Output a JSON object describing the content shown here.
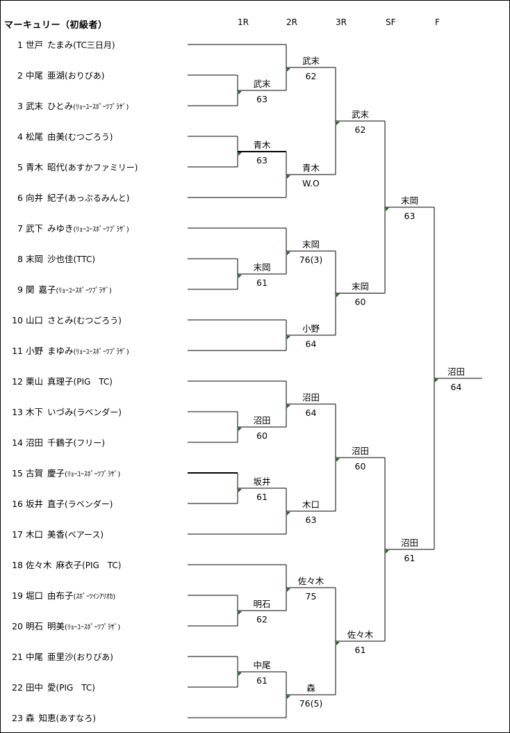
{
  "title": "マーキュリー（初級者）",
  "rounds": [
    "1R",
    "2R",
    "3R",
    "SF",
    "F"
  ],
  "players": [
    {
      "num": "1",
      "name": "世戸",
      "given": "たまみ",
      "club": "(TC三日月)"
    },
    {
      "num": "2",
      "name": "中尾",
      "given": "亜湖",
      "club": "(おりびあ)"
    },
    {
      "num": "3",
      "name": "武末",
      "given": "ひとみ",
      "club": "(ﾘｮｰﾕｰｽﾎﾟｰﾂﾌﾟﾗｻﾞ)"
    },
    {
      "num": "4",
      "name": "松尾",
      "given": "由美",
      "club": "(むつごろう)"
    },
    {
      "num": "5",
      "name": "青木",
      "given": "昭代",
      "club": "(あすかファミリー)"
    },
    {
      "num": "6",
      "name": "向井",
      "given": "紀子",
      "club": "(あっぷるみんと)"
    },
    {
      "num": "7",
      "name": "武下",
      "given": "みゆき",
      "club": "(ﾘｮｰﾕｰｽﾎﾟｰﾂﾌﾟﾗｻﾞ)"
    },
    {
      "num": "8",
      "name": "末岡",
      "given": "沙也佳",
      "club": "(TTC)"
    },
    {
      "num": "9",
      "name": "関",
      "given": "嘉子",
      "club": "(ﾘｮｰﾕｰｽﾎﾟｰﾂﾌﾟﾗｻﾞ)"
    },
    {
      "num": "10",
      "name": "山口",
      "given": "さとみ",
      "club": "(むつごろう)"
    },
    {
      "num": "11",
      "name": "小野",
      "given": "まゆみ",
      "club": "(ﾘｮｰﾕｰｽﾎﾟｰﾂﾌﾟﾗｻﾞ)"
    },
    {
      "num": "12",
      "name": "栗山",
      "given": "真理子",
      "club": "(PIG　TC)"
    },
    {
      "num": "13",
      "name": "木下",
      "given": "いづみ",
      "club": "(ラベンダー)"
    },
    {
      "num": "14",
      "name": "沼田",
      "given": "千鶴子",
      "club": "(フリー)"
    },
    {
      "num": "15",
      "name": "古賀",
      "given": "慶子",
      "club": "(ﾘｮｰﾕｰｽﾎﾟｰﾂﾌﾟﾗｻﾞ)"
    },
    {
      "num": "16",
      "name": "坂井",
      "given": "直子",
      "club": "(ラベンダー)"
    },
    {
      "num": "17",
      "name": "木口",
      "given": "美香",
      "club": "(ベアース)"
    },
    {
      "num": "18",
      "name": "佐々木",
      "given": "麻衣子",
      "club": "(PIG　TC)"
    },
    {
      "num": "19",
      "name": "堀口",
      "given": "由布子",
      "club": "(ｽﾎﾟｰﾂｲﾝｱﾘｵｶ)"
    },
    {
      "num": "20",
      "name": "明石",
      "given": "明美",
      "club": "(ﾘｮｰﾕｰｽﾎﾟｰﾂﾌﾟﾗｻﾞ)"
    },
    {
      "num": "21",
      "name": "中尾",
      "given": "亜里沙",
      "club": "(おりびあ)"
    },
    {
      "num": "22",
      "name": "田中",
      "given": "愛",
      "club": "(PIG　TC)"
    },
    {
      "num": "23",
      "name": "森",
      "given": "知恵",
      "club": "(あすなろ)"
    }
  ],
  "results": {
    "r1": [
      {
        "winner": "武末",
        "score": "63"
      },
      {
        "winner": "青木",
        "score": "63"
      },
      {
        "winner": "末岡",
        "score": "61"
      },
      {
        "winner": "沼田",
        "score": "60"
      },
      {
        "winner": "坂井",
        "score": "61"
      },
      {
        "winner": "明石",
        "score": "62"
      },
      {
        "winner": "中尾",
        "score": "61"
      }
    ],
    "r2": [
      {
        "winner": "武末",
        "score": "62"
      },
      {
        "winner": "青木",
        "score": "W.O"
      },
      {
        "winner": "末岡",
        "score": "76(3)"
      },
      {
        "winner": "小野",
        "score": "64"
      },
      {
        "winner": "沼田",
        "score": "64"
      },
      {
        "winner": "木口",
        "score": "63"
      },
      {
        "winner": "佐々木",
        "score": "75"
      },
      {
        "winner": "森",
        "score": "76(5)"
      }
    ],
    "r3": [
      {
        "winner": "武末",
        "score": "62"
      },
      {
        "winner": "末岡",
        "score": "60"
      },
      {
        "winner": "沼田",
        "score": "60"
      },
      {
        "winner": "佐々木",
        "score": "61"
      }
    ],
    "sf": [
      {
        "winner": "末岡",
        "score": "63"
      },
      {
        "winner": "沼田",
        "score": "61"
      }
    ],
    "final": {
      "winner": "沼田",
      "score": "64"
    }
  },
  "colors": {
    "line": "#000000",
    "marker": "#1f5f1f"
  }
}
